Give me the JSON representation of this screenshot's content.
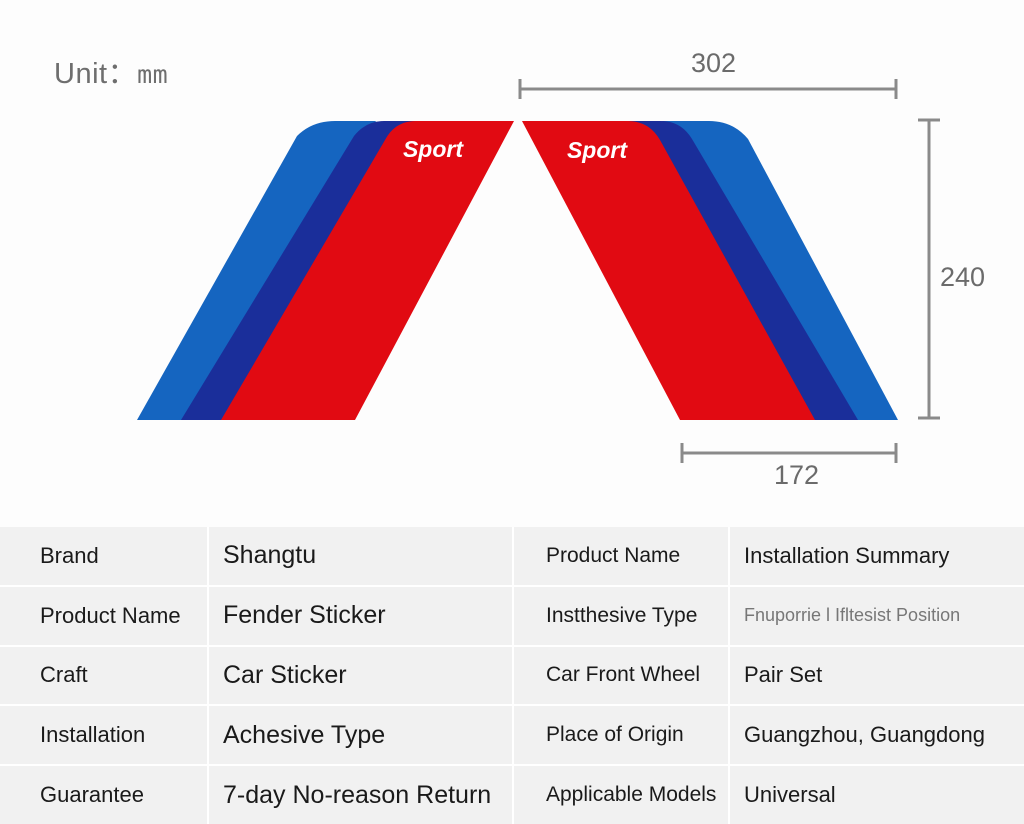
{
  "diagram": {
    "unit_label": "Unit：",
    "unit_value": "mm",
    "sticker_text": "Sport",
    "dimensions": {
      "top_width": "302",
      "height": "240",
      "bottom_width": "172"
    },
    "colors": {
      "light_blue": "#1565c0",
      "dark_blue": "#1a2e9a",
      "red": "#e10a12",
      "dimension_line": "#8a8a8a"
    }
  },
  "spec_table": {
    "rows": [
      [
        "Brand",
        "Shangtu",
        "Product Name",
        "Installation Summary"
      ],
      [
        "Product Name",
        "Fender Sticker",
        "Instthesive Type",
        "Fnuporrie l Ifltesist Position"
      ],
      [
        "Craft",
        "Car Sticker",
        "Car Front Wheel",
        "Pair Set"
      ],
      [
        "Installation",
        "Achesive Type",
        "Place of Origin",
        "Guangzhou, Guangdong"
      ],
      [
        "Guarantee",
        "7-day No-reason Return",
        "Applicable Models",
        "Universal"
      ]
    ]
  }
}
